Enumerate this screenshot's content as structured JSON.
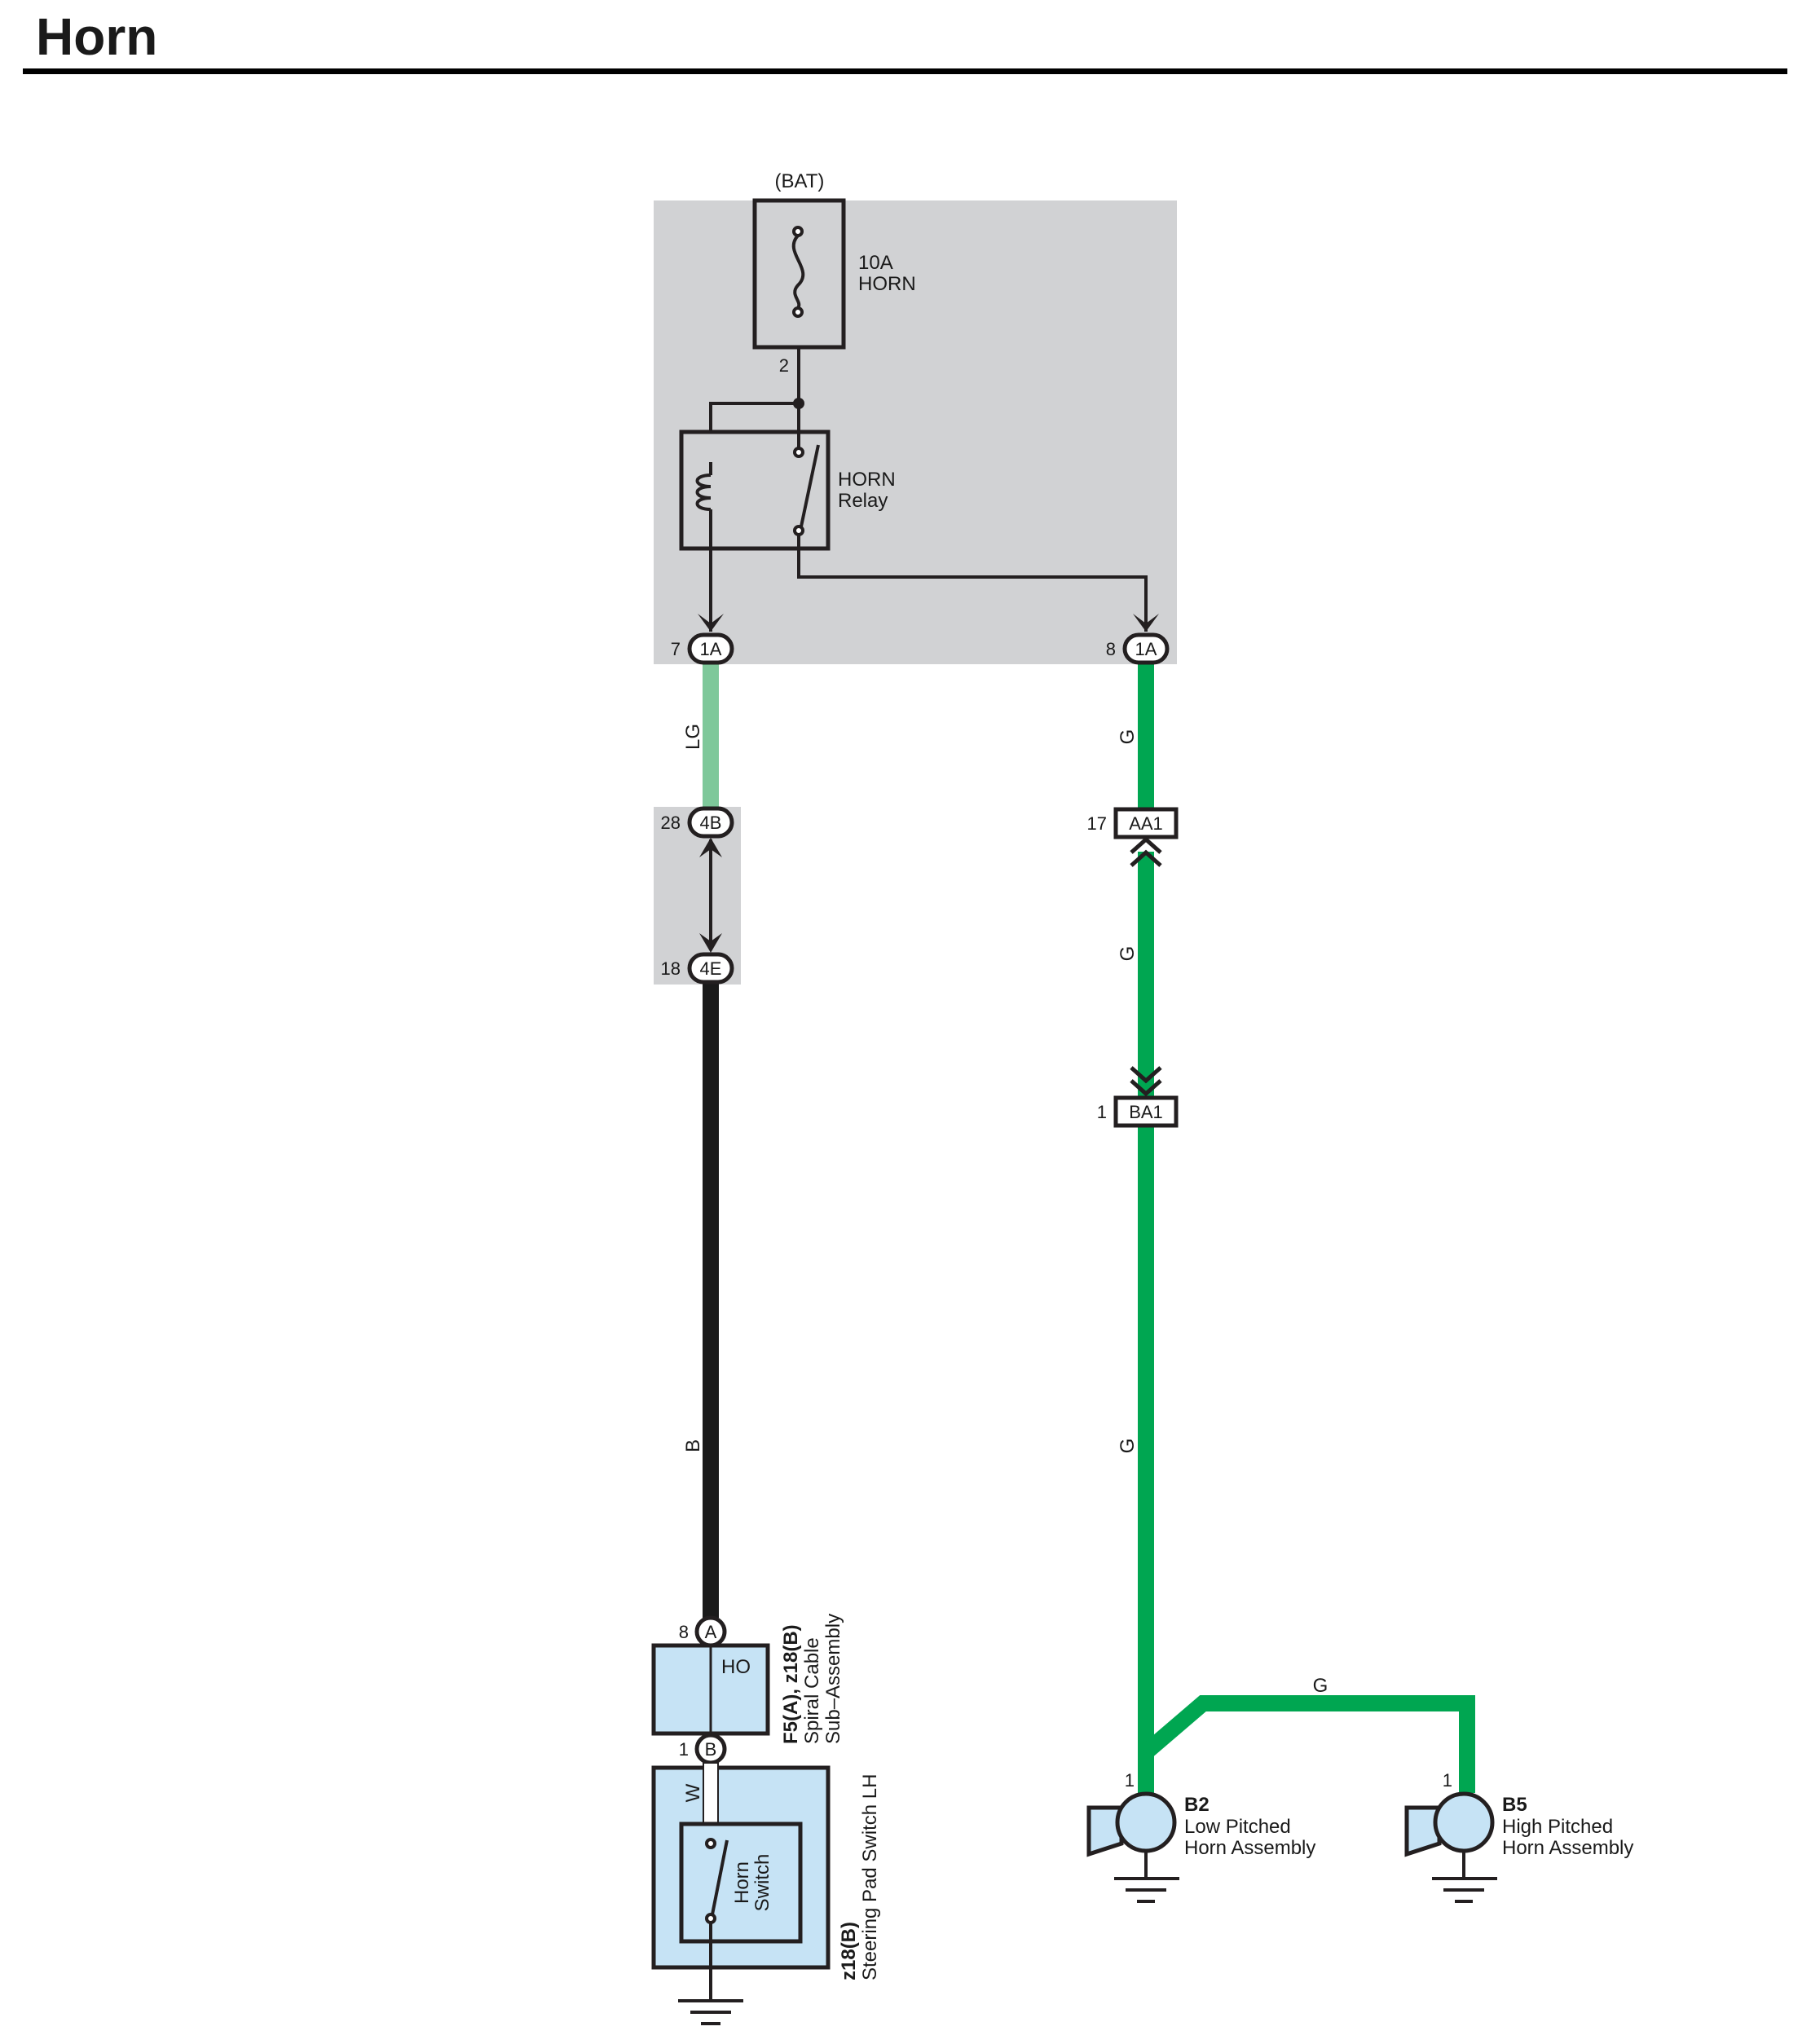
{
  "title": "Horn",
  "colors": {
    "junction_block_fill": "#d1d2d4",
    "component_fill": "#c6e3f5",
    "wire_LG": "#7ec89a",
    "wire_G": "#00a651",
    "wire_B": "#1a1a1a",
    "wire_W": "#ffffff",
    "line": "#231f20"
  },
  "power_source": "(BAT)",
  "fuse": {
    "rating": "10A",
    "name": "HORN",
    "pin": "2"
  },
  "relay": {
    "name": "HORN",
    "type": "Relay"
  },
  "connectors": {
    "jb_left": {
      "pin": "7",
      "id": "1A"
    },
    "jb_right": {
      "pin": "8",
      "id": "1A"
    },
    "upper_4b": {
      "pin": "28",
      "id": "4B"
    },
    "lower_4e": {
      "pin": "18",
      "id": "4E"
    },
    "aa1": {
      "pin": "17",
      "id": "AA1"
    },
    "ba1": {
      "pin": "1",
      "id": "BA1"
    },
    "spiral_a": {
      "pin": "8",
      "id": "A"
    },
    "spiral_b": {
      "pin": "1",
      "id": "B"
    }
  },
  "wires": {
    "lg": "LG",
    "b": "B",
    "w": "W",
    "g1": "G",
    "g2": "G",
    "g3": "G",
    "g4": "G"
  },
  "spiral_cable": {
    "terminal": "HO",
    "ref": "F5(A), z18(B)",
    "name_line1": "Spiral Cable",
    "name_line2": "Sub–Assembly"
  },
  "horn_switch": {
    "label_line1": "Horn",
    "label_line2": "Switch",
    "ref": "z18(B)",
    "name": "Steering Pad Switch LH"
  },
  "horn_low": {
    "pin": "1",
    "ref": "B2",
    "name_line1": "Low Pitched",
    "name_line2": "Horn Assembly"
  },
  "horn_high": {
    "pin": "1",
    "ref": "B5",
    "name_line1": "High Pitched",
    "name_line2": "Horn Assembly"
  }
}
